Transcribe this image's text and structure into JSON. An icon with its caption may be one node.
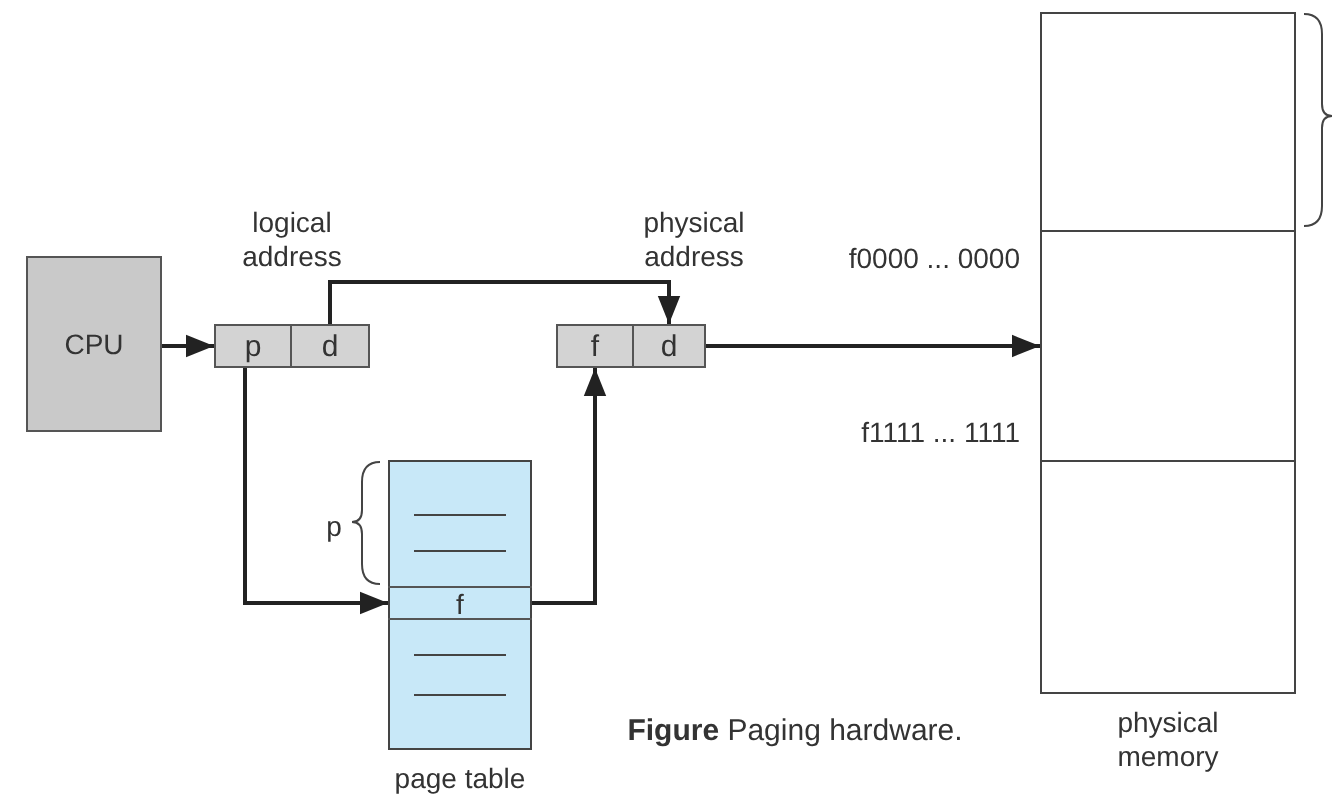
{
  "diagram": {
    "caption": "**Figure** Paging hardware.",
    "nodes": [
      {
        "text": [
          "CPU"
        ]
      },
      {
        "text": [
          "logical address"
        ]
      },
      {
        "text": [
          "p"
        ],
        "in": 1
      },
      {
        "text": [
          "d"
        ],
        "in": 1
      },
      {
        "text": [
          "physical address"
        ]
      },
      {
        "text": [
          "f"
        ],
        "in": 4
      },
      {
        "text": [
          "d"
        ],
        "in": 4
      },
      {
        "text": [
          "page table"
        ]
      },
      {
        "text": [
          "f"
        ],
        "in": 7
      },
      {
        "text": [
          "physical memory"
        ]
      },
      {
        "text": [],
        "shape": "box",
        "in": 9
      },
      {
        "text": [],
        "shape": "box",
        "in": 9,
        "beside": [
          "f0000 ... 0000",
          "f1111 ... 1111"
        ]
      },
      {
        "text": [],
        "shape": "box",
        "in": 9
      }
    ],
    "edges": [
      {
        "from": 0,
        "to": 2,
        "arrow": "to"
      },
      {
        "from": 3,
        "to": 6,
        "arrow": "to"
      },
      {
        "from": 2,
        "to": 8,
        "arrow": "to"
      },
      {
        "from": 8,
        "to": 5,
        "arrow": "to"
      },
      {
        "from": 6,
        "to": 11,
        "arrow": "to"
      }
    ],
    "labels": [
      "p"
    ]
  }
}
